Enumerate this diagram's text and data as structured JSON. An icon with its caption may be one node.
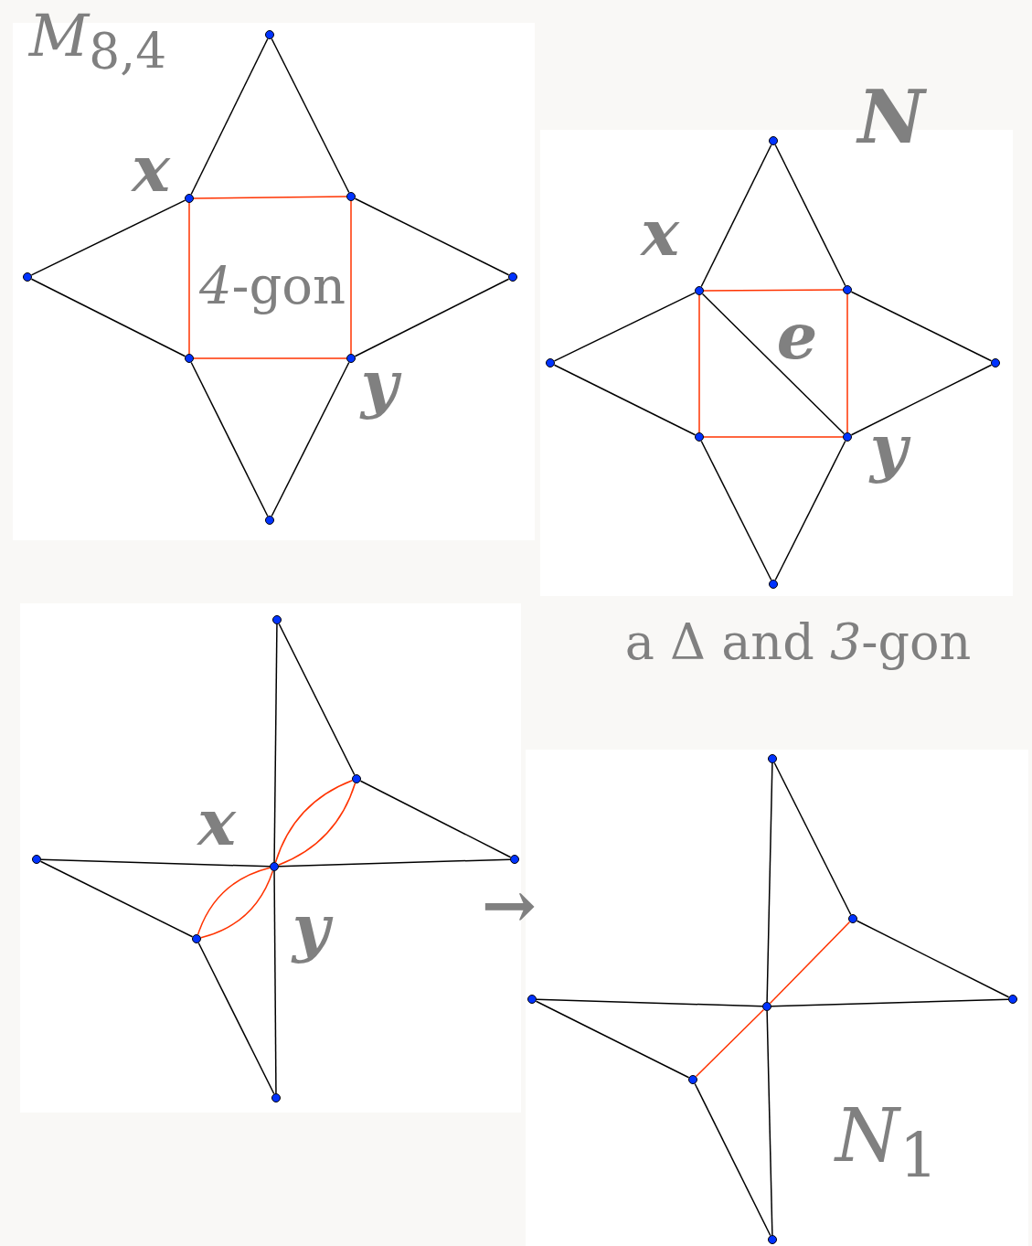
{
  "diagram": {
    "nodes": [
      {
        "text": [],
        "shape": "box"
      },
      {
        "text": [],
        "shape": "circle",
        "in": 0
      },
      {
        "text": [],
        "shape": "circle",
        "in": 0
      },
      {
        "text": [],
        "shape": "circle",
        "in": 0
      },
      {
        "text": [],
        "shape": "circle",
        "in": 0
      },
      {
        "text": [],
        "shape": "circle",
        "in": 0
      },
      {
        "text": [],
        "shape": "circle",
        "in": 0
      },
      {
        "text": [],
        "shape": "circle",
        "in": 0
      },
      {
        "text": [],
        "shape": "circle",
        "in": 0
      },
      {
        "text": [],
        "shape": "box"
      },
      {
        "text": [],
        "shape": "circle",
        "in": 9
      },
      {
        "text": [],
        "shape": "circle",
        "in": 9
      },
      {
        "text": [],
        "shape": "circle",
        "in": 9
      },
      {
        "text": [],
        "shape": "circle",
        "in": 9
      },
      {
        "text": [],
        "shape": "circle",
        "in": 9
      },
      {
        "text": [],
        "shape": "circle",
        "in": 9
      },
      {
        "text": [],
        "shape": "circle",
        "in": 9
      },
      {
        "text": [],
        "shape": "circle",
        "in": 9
      },
      {
        "text": [],
        "shape": "box"
      },
      {
        "text": [],
        "shape": "circle",
        "in": 18
      },
      {
        "text": [],
        "shape": "circle",
        "in": 18
      },
      {
        "text": [],
        "shape": "circle",
        "in": 18
      },
      {
        "text": [],
        "shape": "circle",
        "in": 18
      },
      {
        "text": [],
        "shape": "circle",
        "in": 18
      },
      {
        "text": [],
        "shape": "circle",
        "in": 18
      },
      {
        "text": [],
        "shape": "circle",
        "in": 18
      },
      {
        "text": [],
        "shape": "box"
      },
      {
        "text": [],
        "shape": "circle",
        "in": 26
      },
      {
        "text": [],
        "shape": "circle",
        "in": 26
      },
      {
        "text": [],
        "shape": "circle",
        "in": 26
      },
      {
        "text": [],
        "shape": "circle",
        "in": 26
      },
      {
        "text": [],
        "shape": "circle",
        "in": 26
      },
      {
        "text": [],
        "shape": "circle",
        "in": 26
      },
      {
        "text": [],
        "shape": "circle",
        "in": 26
      }
    ],
    "edges": [
      {
        "from": 1,
        "to": 2,
        "arrow": "none"
      },
      {
        "from": 1,
        "to": 3,
        "arrow": "none"
      },
      {
        "from": 2,
        "to": 4,
        "arrow": "none"
      },
      {
        "from": 4,
        "to": 6,
        "arrow": "none"
      },
      {
        "from": 3,
        "to": 5,
        "arrow": "none"
      },
      {
        "from": 5,
        "to": 7,
        "arrow": "none"
      },
      {
        "from": 6,
        "to": 8,
        "arrow": "none"
      },
      {
        "from": 7,
        "to": 8,
        "arrow": "none"
      },
      {
        "from": 2,
        "to": 3,
        "arrow": "none",
        "color": "#ff3300"
      },
      {
        "from": 3,
        "to": 7,
        "arrow": "none",
        "color": "#ff3300"
      },
      {
        "from": 7,
        "to": 6,
        "arrow": "none",
        "color": "#ff3300"
      },
      {
        "from": 6,
        "to": 2,
        "arrow": "none",
        "color": "#ff3300"
      },
      {
        "from": 10,
        "to": 11,
        "arrow": "none"
      },
      {
        "from": 10,
        "to": 12,
        "arrow": "none"
      },
      {
        "from": 11,
        "to": 13,
        "arrow": "none"
      },
      {
        "from": 13,
        "to": 15,
        "arrow": "none"
      },
      {
        "from": 12,
        "to": 14,
        "arrow": "none"
      },
      {
        "from": 14,
        "to": 16,
        "arrow": "none"
      },
      {
        "from": 15,
        "to": 17,
        "arrow": "none"
      },
      {
        "from": 16,
        "to": 17,
        "arrow": "none"
      },
      {
        "from": 11,
        "to": 16,
        "arrow": "none"
      },
      {
        "from": 11,
        "to": 12,
        "arrow": "none",
        "color": "#ff3300"
      },
      {
        "from": 12,
        "to": 16,
        "arrow": "none",
        "color": "#ff3300"
      },
      {
        "from": 16,
        "to": 15,
        "arrow": "none",
        "color": "#ff3300"
      },
      {
        "from": 15,
        "to": 11,
        "arrow": "none",
        "color": "#ff3300"
      },
      {
        "from": 19,
        "to": 20,
        "arrow": "none"
      },
      {
        "from": 19,
        "to": 23,
        "arrow": "none"
      },
      {
        "from": 20,
        "to": 22,
        "arrow": "none"
      },
      {
        "from": 21,
        "to": 23,
        "arrow": "none"
      },
      {
        "from": 23,
        "to": 22,
        "arrow": "none"
      },
      {
        "from": 21,
        "to": 24,
        "arrow": "none"
      },
      {
        "from": 24,
        "to": 25,
        "arrow": "none"
      },
      {
        "from": 23,
        "to": 25,
        "arrow": "none"
      },
      {
        "from": 23,
        "to": 20,
        "arrow": "none",
        "color": "#ff3300"
      },
      {
        "from": 23,
        "to": 20,
        "arrow": "none",
        "color": "#ff3300"
      },
      {
        "from": 24,
        "to": 23,
        "arrow": "none",
        "color": "#ff3300"
      },
      {
        "from": 24,
        "to": 23,
        "arrow": "none",
        "color": "#ff3300"
      },
      {
        "from": 27,
        "to": 28,
        "arrow": "none"
      },
      {
        "from": 27,
        "to": 31,
        "arrow": "none"
      },
      {
        "from": 28,
        "to": 30,
        "arrow": "none"
      },
      {
        "from": 29,
        "to": 31,
        "arrow": "none"
      },
      {
        "from": 31,
        "to": 30,
        "arrow": "none"
      },
      {
        "from": 29,
        "to": 32,
        "arrow": "none"
      },
      {
        "from": 32,
        "to": 33,
        "arrow": "none"
      },
      {
        "from": 31,
        "to": 33,
        "arrow": "none"
      },
      {
        "from": 31,
        "to": 28,
        "arrow": "none",
        "color": "#ff3300"
      },
      {
        "from": 32,
        "to": 31,
        "arrow": "none",
        "color": "#ff3300"
      }
    ],
    "labels": [
      "*M*$_{8,4}$",
      "x",
      "*4*-gon",
      "y",
      "N",
      "x",
      "e",
      "y",
      "a Δ and *3*-gon",
      "x",
      "y",
      "→",
      "*N*$_{1}$"
    ]
  }
}
